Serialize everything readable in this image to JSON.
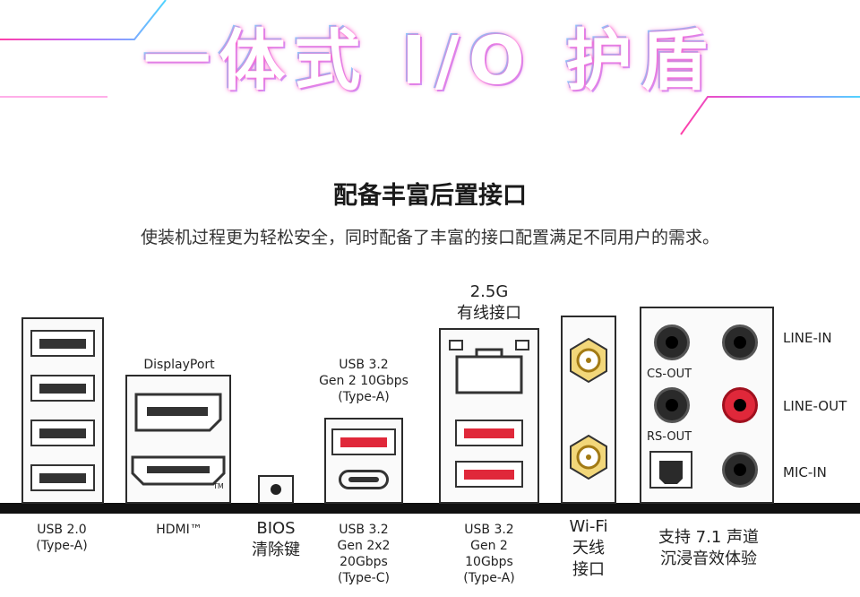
{
  "banner": {
    "title": "一体式 I/O 护盾"
  },
  "heading": "配备丰富后置接口",
  "subheading": "使装机过程更为轻松安全，同时配备了丰富的接口配置满足不同用户的需求。",
  "ports": {
    "usb20_label_1": "USB 2.0",
    "usb20_label_2": "(Type-A)",
    "displayport_top": "DisplayPort",
    "hdmi_label": "HDMI™",
    "hdmi_tm": "TM",
    "bios_label_1": "BIOS",
    "bios_label_2": "清除键",
    "usb32_10g_top_1": "USB 3.2",
    "usb32_10g_top_2": "Gen 2 10Gbps",
    "usb32_10g_top_3": "(Type-A)",
    "usb32_c_label_1": "USB 3.2",
    "usb32_c_label_2": "Gen 2x2",
    "usb32_c_label_3": "20Gbps",
    "usb32_c_label_4": "(Type-C)",
    "lan_top_1": "2.5G",
    "lan_top_2": "有线接口",
    "usb32_a_label_1": "USB 3.2",
    "usb32_a_label_2": "Gen 2",
    "usb32_a_label_3": "10Gbps",
    "usb32_a_label_4": "(Type-A)",
    "wifi_label_1": "Wi-Fi",
    "wifi_label_2": "天线",
    "wifi_label_3": "接口",
    "audio_label_1": "支持 7.1 声道",
    "audio_label_2": "沉浸音效体验",
    "cs_out": "CS-OUT",
    "rs_out": "RS-OUT",
    "line_in": "LINE-IN",
    "line_out": "LINE-OUT",
    "mic_in": "MIC-IN"
  },
  "colors": {
    "usb_fast": "#e0283a",
    "line_out": "#e0283a",
    "panel_border": "#2b2b2b",
    "antenna_gold": "#d4a62a"
  }
}
